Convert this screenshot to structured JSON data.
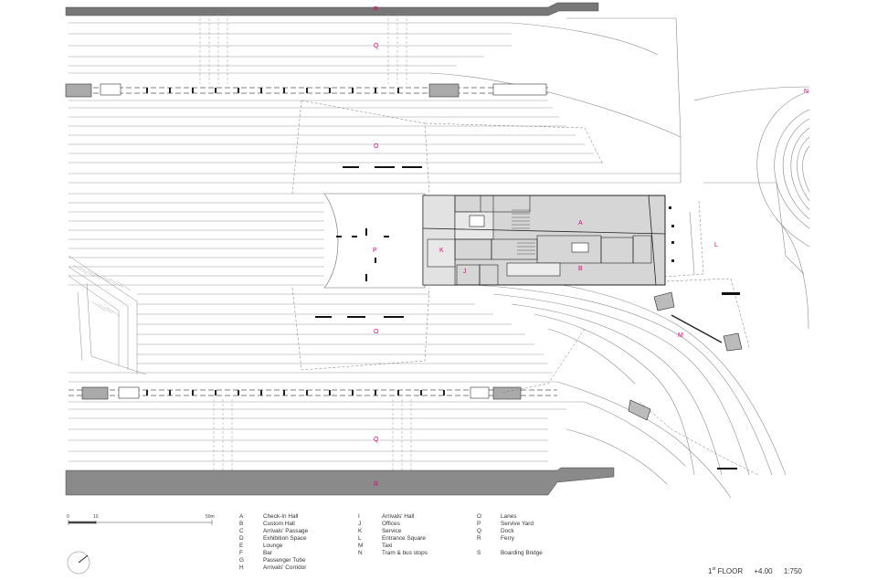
{
  "zones": {
    "r_top": "R",
    "q_top": "Q",
    "o_top": "O",
    "p": "P",
    "n": "N",
    "a": "A",
    "b": "B",
    "k": "K",
    "j": "J",
    "l": "L",
    "o_bottom": "O",
    "m": "M",
    "q_bottom": "Q",
    "r_bottom": "R"
  },
  "scale": {
    "start": "0",
    "mid": "10",
    "end": "50m"
  },
  "legend": {
    "col1": [
      {
        "key": "A",
        "label": "Check-In Hall"
      },
      {
        "key": "B",
        "label": "Custom Hall"
      },
      {
        "key": "C",
        "label": "Arrivals' Passage"
      },
      {
        "key": "D",
        "label": "Exhibition Space"
      },
      {
        "key": "E",
        "label": "Lounge"
      },
      {
        "key": "F",
        "label": "Bar"
      },
      {
        "key": "G",
        "label": "Passenger Tube"
      },
      {
        "key": "H",
        "label": "Arrivals' Corridor"
      }
    ],
    "col2": [
      {
        "key": "I",
        "label": "Arrivals' Hall"
      },
      {
        "key": "J",
        "label": "Offices"
      },
      {
        "key": "K",
        "label": "Service"
      },
      {
        "key": "L",
        "label": "Entrance Square"
      },
      {
        "key": "M",
        "label": "Taxi"
      },
      {
        "key": "N",
        "label": "Tram & bus stops"
      }
    ],
    "col3": [
      {
        "key": "O",
        "label": "Lanes"
      },
      {
        "key": "P",
        "label": "Servive Yard"
      },
      {
        "key": "Q",
        "label": "Dock"
      },
      {
        "key": "R",
        "label": "Ferry"
      },
      {
        "key": "S",
        "label": "Boarding Bridge"
      }
    ]
  },
  "title": {
    "floor_num": "1",
    "floor_sup": "st",
    "floor_word": "FLOOR",
    "level": "+4.00",
    "scale": "1:750"
  },
  "colors": {
    "label": "#e6007e",
    "building": "#d6d6d6",
    "dock": "#7a7a7a"
  }
}
